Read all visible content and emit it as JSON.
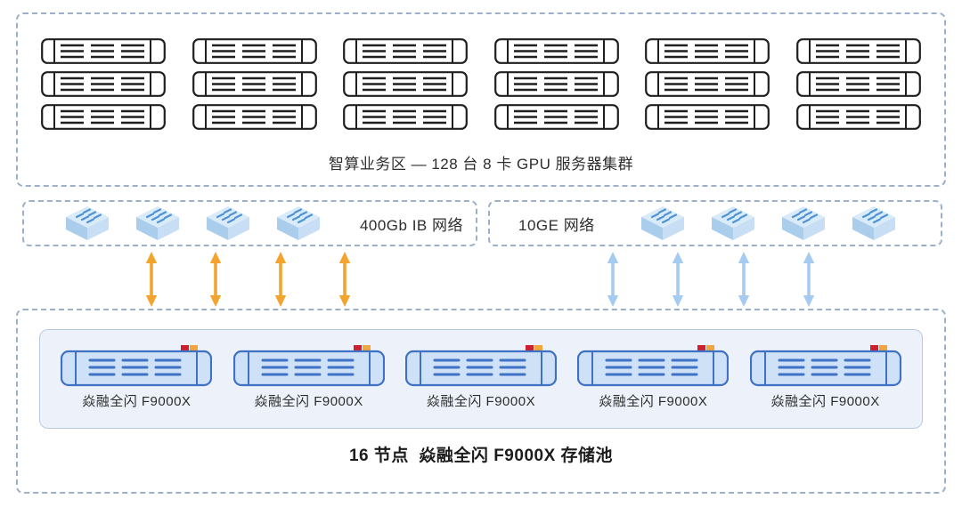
{
  "gpu_zone": {
    "label": "智算业务区 — 128 台 8 卡 GPU 服务器集群",
    "server_rows": 3,
    "server_cols": 6
  },
  "networks": {
    "ib": {
      "label": "400Gb IB 网络",
      "switch_count": 4,
      "link_count": 4
    },
    "ge": {
      "label": "10GE 网络",
      "switch_count": 4,
      "link_count": 4
    }
  },
  "storage": {
    "node_label": "焱融全闪 F9000X",
    "node_count": 5,
    "pool_label": "16 节点  焱融全闪 F9000X 存储池"
  },
  "icons": {
    "server": "rack-server-icon",
    "switch": "network-switch-icon",
    "storage": "storage-array-icon",
    "ib_link": "ib-bidirectional-arrow-icon",
    "ge_link": "ge-bidirectional-arrow-icon"
  },
  "colors": {
    "dashed_border": "#9cb0ca",
    "server_stroke": "#1f1f1f",
    "ib_arrow": "#f2a42f",
    "ge_arrow": "#a6cbf0",
    "inner_box_fill": "#edf2fa",
    "inner_box_border": "#b9c9e0",
    "storage_fill": "#cfe1f7",
    "storage_stroke": "#3f72c4",
    "led_red": "#cf1f2f",
    "led_orange": "#f0a63c",
    "switch_top": "#d9ebf9",
    "switch_left": "#abcdec",
    "switch_right": "#c8def4",
    "switch_dash": "#4f93d6"
  }
}
